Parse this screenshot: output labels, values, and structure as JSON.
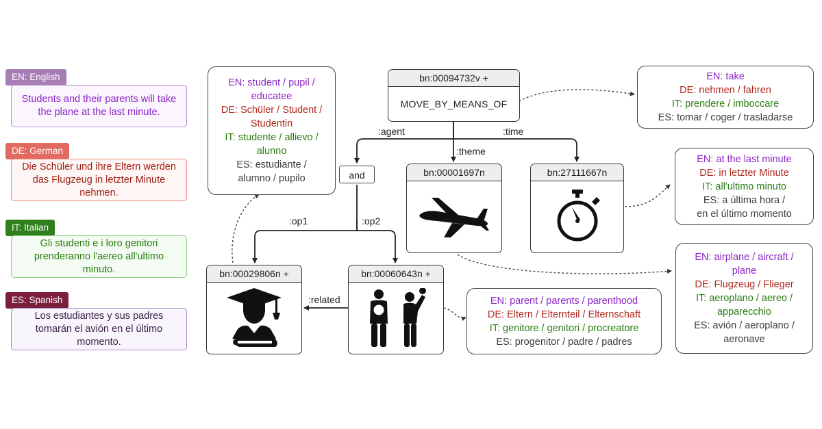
{
  "sentences": [
    {
      "tag": "EN: English",
      "text": "Students and their parents will take the plane at the last minute.",
      "color": "#8e24c8",
      "tag_bg": "#a77db6",
      "border": "#b98fd3",
      "bg": "#fbf5fe"
    },
    {
      "tag": "DE: German",
      "text": "Die Schüler und ihre Eltern werden das Flugzeug in letzter Minute nehmen.",
      "color": "#9d1c12",
      "tag_bg": "#e06a5f",
      "border": "#e88c7f",
      "bg": "#fef6f4"
    },
    {
      "tag": "IT: Italian",
      "text": "Gli studenti e i loro genitori prenderanno l'aereo all'ultimo minuto.",
      "color": "#2a7d12",
      "tag_bg": "#2f7f1d",
      "border": "#8fcf84",
      "bg": "#f4fbf2"
    },
    {
      "tag": "ES: Spanish",
      "text": "Los estudiantes y sus padres tomarán el avión en el último momento.",
      "color": "#3a2146",
      "tag_bg": "#7c1f3f",
      "border": "#a78bc7",
      "bg": "#f8f5fc"
    }
  ],
  "nodes": {
    "root": {
      "id": "bn:00094732v +",
      "label": "MOVE_BY_MEANS_OF"
    },
    "plane": {
      "id": "bn:00001697n",
      "icon": "airplane-icon"
    },
    "time": {
      "id": "bn:27111667n",
      "icon": "stopwatch-icon"
    },
    "student": {
      "id": "bn:00029806n +",
      "icon": "graduate-icon"
    },
    "parent": {
      "id": "bn:00060643n +",
      "icon": "parent-child-icon"
    },
    "and": "and"
  },
  "edges": {
    "agent": ":agent",
    "theme": ":theme",
    "time": ":time",
    "op1": ":op1",
    "op2": ":op2",
    "related": ":related"
  },
  "bubbles": {
    "student": {
      "en": [
        "EN: student / pupil /",
        "educatee"
      ],
      "de": [
        "DE: Schüler / Student /",
        "Studentin"
      ],
      "it": [
        "IT: studente / allievo /",
        "alunno"
      ],
      "es": [
        "ES: estudiante /",
        "alumno / pupilo"
      ]
    },
    "take": {
      "en": [
        "EN: take"
      ],
      "de": [
        "DE: nehmen / fahren"
      ],
      "it": [
        "IT: prendere / imboccare"
      ],
      "es": [
        "ES: tomar / coger / trasladarse"
      ]
    },
    "lastminute": {
      "en": [
        "EN: at the last minute"
      ],
      "de": [
        "DE: in letzter Minute"
      ],
      "it": [
        "IT: all'ultimo minuto"
      ],
      "es": [
        "ES: a última hora /",
        "en el último momento"
      ]
    },
    "airplane": {
      "en": [
        "EN: airplane / aircraft /",
        "plane"
      ],
      "de": [
        "DE: Flugzeug / Flieger"
      ],
      "it": [
        "IT: aeroplano / aereo /",
        "apparecchio"
      ],
      "es": [
        "ES: avión / aeroplano /",
        "aeronave"
      ]
    },
    "parent": {
      "en": [
        "EN: parent / parents / parenthood"
      ],
      "de": [
        "DE: Eltern / Elternteil / Elternschaft"
      ],
      "it": [
        "IT: genitore / genitori / procreatore"
      ],
      "es": [
        "ES: progenitor / padre / padres"
      ]
    }
  },
  "colors": {
    "en": "#8e24c8",
    "de": "#b1271d",
    "it": "#2a7d12",
    "es": "#3d3d3d",
    "node_header": "#eeeeee"
  }
}
